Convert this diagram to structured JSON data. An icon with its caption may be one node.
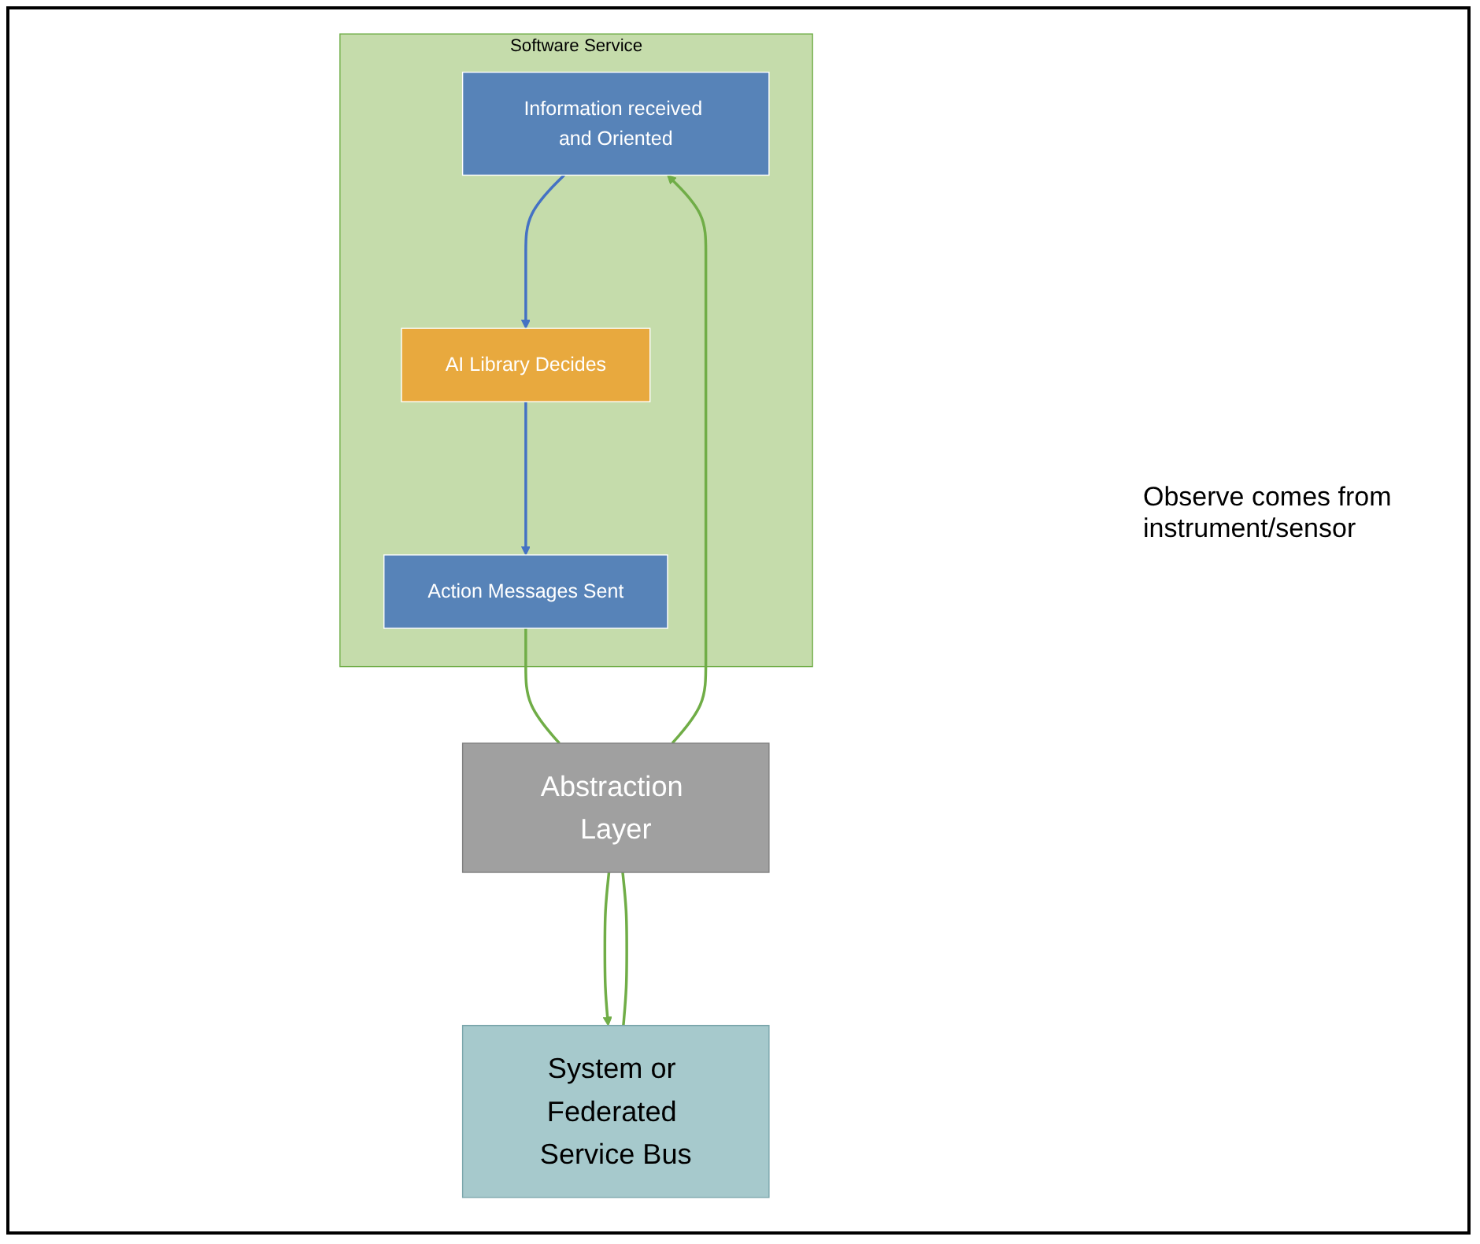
{
  "diagram": {
    "nodes": [
      {
        "text": [
          "Software Service"
        ]
      },
      {
        "text": [
          "Information received and Oriented"
        ],
        "in": 0
      },
      {
        "text": [
          "AI Library Decides"
        ],
        "in": 0
      },
      {
        "text": [
          "Action Messages Sent"
        ],
        "in": 0
      },
      {
        "text": [
          "Abstraction Layer"
        ]
      },
      {
        "text": [
          "System or Federated Service Bus"
        ]
      }
    ],
    "edges": [
      {
        "from": 1,
        "to": 2,
        "arrow": "to",
        "color": "#4472c4"
      },
      {
        "from": 2,
        "to": 3,
        "arrow": "to",
        "color": "#4472c4"
      },
      {
        "from": 4,
        "to": 1,
        "arrow": "to"
      },
      {
        "from": 3,
        "to": 4,
        "arrow": "none"
      },
      {
        "from": 5,
        "to": 4,
        "arrow": "none"
      },
      {
        "from": 4,
        "to": 5,
        "arrow": "to"
      }
    ],
    "labels": [
      "Observe comes from instrument/sensor"
    ]
  }
}
